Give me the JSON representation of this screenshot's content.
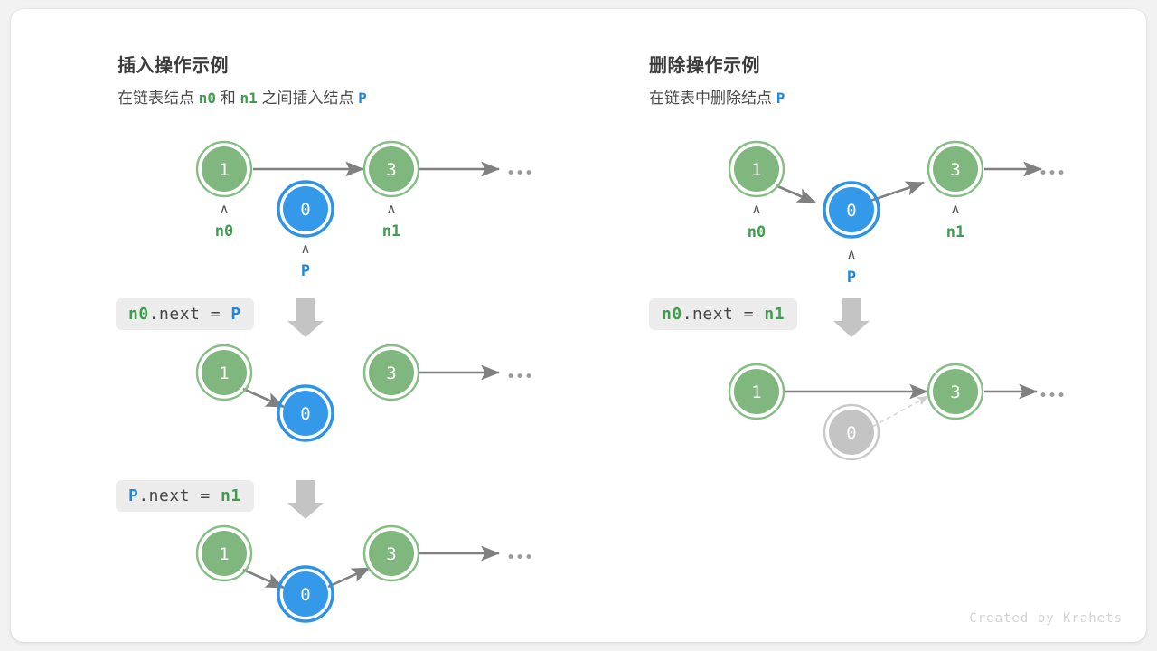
{
  "card": {
    "background": "#ffffff",
    "page_background": "#f2f2f2"
  },
  "colors": {
    "node_green_fill": "#7fb77e",
    "node_green_ring": "#85bd85",
    "node_blue_fill": "#3399e8",
    "node_blue_ring": "#2e93e6",
    "node_gray_fill": "#c4c4c4",
    "node_gray_ring": "#c9c9c9",
    "arrow_gray": "#808080",
    "label_green": "#3e9d4f",
    "label_blue": "#1e87e0",
    "chip_bg": "#ececec",
    "chip_text": "#454545",
    "title_text": "#3c3c3c"
  },
  "panels": [
    {
      "id": "insert",
      "title": "插入操作示例",
      "subtitle_parts": [
        {
          "text": "在链表结点 ",
          "style": "plain"
        },
        {
          "text": "n0",
          "style": "green-mono"
        },
        {
          "text": " 和 ",
          "style": "plain"
        },
        {
          "text": "n1",
          "style": "green-mono"
        },
        {
          "text": " 之间插入结点 ",
          "style": "plain"
        },
        {
          "text": "P",
          "style": "blue-mono"
        }
      ],
      "steps": [
        {
          "id": "insert-step-0",
          "code": null,
          "nodes": [
            {
              "name": "node-1",
              "value": "1",
              "color": "green",
              "var": "n0",
              "var_color": "green"
            },
            {
              "name": "node-0",
              "value": "0",
              "color": "blue",
              "var": "P",
              "var_color": "blue"
            },
            {
              "name": "node-3",
              "value": "3",
              "color": "green",
              "var": "n1",
              "var_color": "green"
            }
          ],
          "ellipsis": "•••"
        },
        {
          "id": "insert-step-1",
          "code": {
            "tokens": [
              {
                "text": "n0",
                "style": "green"
              },
              {
                "text": ".next = ",
                "style": "plain"
              },
              {
                "text": "P",
                "style": "blue"
              }
            ]
          },
          "nodes": [
            {
              "name": "node-1",
              "value": "1",
              "color": "green"
            },
            {
              "name": "node-0",
              "value": "0",
              "color": "blue"
            },
            {
              "name": "node-3",
              "value": "3",
              "color": "green"
            }
          ],
          "ellipsis": "•••"
        },
        {
          "id": "insert-step-2",
          "code": {
            "tokens": [
              {
                "text": "P",
                "style": "blue"
              },
              {
                "text": ".next = ",
                "style": "plain"
              },
              {
                "text": "n1",
                "style": "green"
              }
            ]
          },
          "nodes": [
            {
              "name": "node-1",
              "value": "1",
              "color": "green"
            },
            {
              "name": "node-0",
              "value": "0",
              "color": "blue"
            },
            {
              "name": "node-3",
              "value": "3",
              "color": "green"
            }
          ],
          "ellipsis": "•••"
        }
      ]
    },
    {
      "id": "delete",
      "title": "删除操作示例",
      "subtitle_parts": [
        {
          "text": "在链表中删除结点 ",
          "style": "plain"
        },
        {
          "text": "P",
          "style": "blue-mono"
        }
      ],
      "steps": [
        {
          "id": "delete-step-0",
          "code": null,
          "nodes": [
            {
              "name": "node-1",
              "value": "1",
              "color": "green",
              "var": "n0",
              "var_color": "green"
            },
            {
              "name": "node-0",
              "value": "0",
              "color": "blue",
              "var": "P",
              "var_color": "blue"
            },
            {
              "name": "node-3",
              "value": "3",
              "color": "green",
              "var": "n1",
              "var_color": "green"
            }
          ],
          "ellipsis": "•••"
        },
        {
          "id": "delete-step-1",
          "code": {
            "tokens": [
              {
                "text": "n0",
                "style": "green"
              },
              {
                "text": ".next = ",
                "style": "plain"
              },
              {
                "text": "n1",
                "style": "green"
              }
            ]
          },
          "nodes": [
            {
              "name": "node-1",
              "value": "1",
              "color": "green"
            },
            {
              "name": "node-0",
              "value": "0",
              "color": "gray"
            },
            {
              "name": "node-3",
              "value": "3",
              "color": "green"
            }
          ],
          "ellipsis": "•••"
        }
      ]
    }
  ],
  "credit": "Created by Krahets"
}
